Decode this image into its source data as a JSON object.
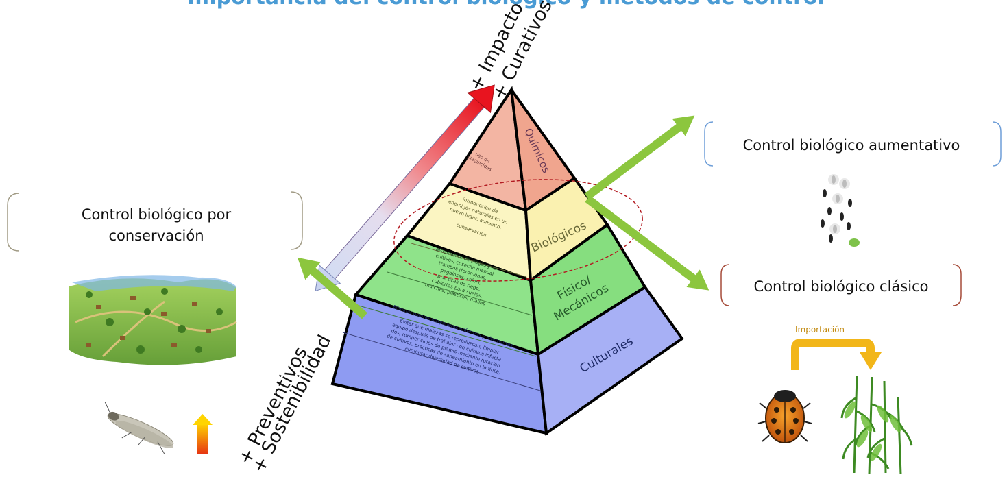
{
  "diagram": {
    "top_title_fragment": "Importancia del control biológico y métodos de control",
    "axis_top_line1": "+ Impacto",
    "axis_top_line2": "+ Curativos",
    "axis_bottom_line1": "+ Preventivos",
    "axis_bottom_line2": "+ Sostenibilidad",
    "layers": {
      "quimicos": {
        "label": "Químicos",
        "desc": [
          "uso de",
          "plaguicidas"
        ]
      },
      "biologicos": {
        "label": "Biológicos",
        "desc": [
          "introducción de",
          "enemigos naturales en un",
          "nuevo lugar, aumento,",
          "conservación"
        ]
      },
      "fisicos": {
        "label_line1": "Físico/",
        "label_line2": "Mecánicos",
        "desc": [
          "aislamiento de plagas y su",
          "cultivos, cosecha manual",
          "trampas (feromonas,",
          "pegajosas, color),",
          "prácticas de riego,",
          "cubiertas para suelos,",
          "mulches, plásticos, mallas"
        ]
      },
      "culturales": {
        "label": "Culturales",
        "desc": [
          "Eliminar plantas hospederas enfermas y alternantes",
          "Evitar que malezas se reproduzcan, limpiar",
          "equipo después de trabajar con cultivos infecta-",
          "dos, romper ciclos de plagas mediante rotación",
          "de cultivos, prácticas de saneamiento en la finca,",
          "aumentar diversidad de cultivos"
        ]
      }
    },
    "boxes": {
      "conservacion_line1": "Control biológico por",
      "conservacion_line2": "conservación",
      "aumentativo": "Control biológico aumentativo",
      "clasico": "Control biológico clásico"
    },
    "importacion_label": "Importación"
  },
  "colors": {
    "quimicos": "#f3b5a3",
    "biologicos": "#fbf5c2",
    "fisicos": "#8fe38a",
    "culturales": "#8e9bf2",
    "culturales_side": "#a7b0f5",
    "arrow_green": "#8cc63e",
    "arrow_red": "#e8141f",
    "arrow_blue": "#b8c4e6",
    "ellipse": "#b31b22",
    "bracket_aumentativo": "#6e9ed8",
    "bracket_clasico": "#a64c3a",
    "bracket_conservacion": "#a09a84",
    "importacion_arrow": "#f2b619"
  },
  "icons": [
    "landscape-illustration",
    "lacewing-insect-icon",
    "up-arrow-icon",
    "insect-swarm-icon",
    "ladybug-icon",
    "corn-plant-icon"
  ]
}
